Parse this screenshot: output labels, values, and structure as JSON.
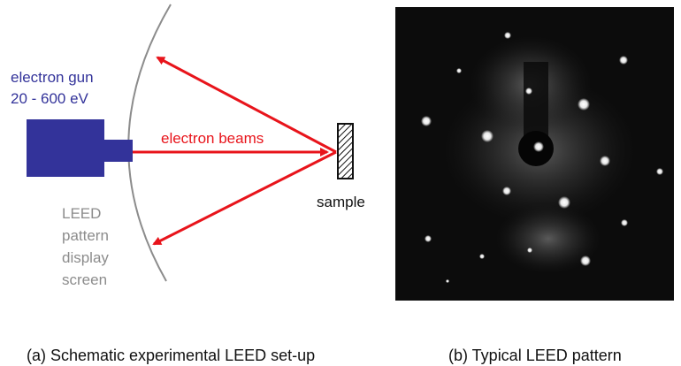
{
  "schematic": {
    "gun_label_line1": "electron gun",
    "gun_label_line2": "20 - 600 eV",
    "beams_label": "electron beams",
    "sample_label": "sample",
    "screen_label_lines": [
      "LEED",
      "pattern",
      "display",
      "screen"
    ],
    "colors": {
      "gun": "#33339a",
      "beam": "#e8141b",
      "screen": "#8c8c8c",
      "screen_text": "#8c8c8c",
      "sample_text": "#111111"
    }
  },
  "pattern_image": {
    "background": "#0c0c0c",
    "spot_color": "#ffffff"
  },
  "captions": {
    "a": "(a) Schematic experimental LEED set-up",
    "b": "(b) Typical LEED pattern"
  }
}
